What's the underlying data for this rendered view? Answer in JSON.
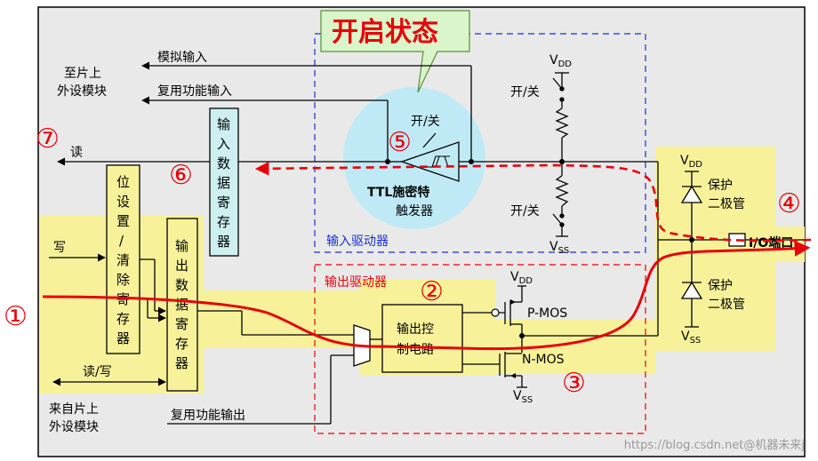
{
  "callout": {
    "text": "开启状态"
  },
  "labels": {
    "to_peripheral": [
      "至片上",
      "外设模块"
    ],
    "analog_input": "模拟输入",
    "alt_func_input": "复用功能输入",
    "read": "读",
    "write": "写",
    "read_write": "读/写",
    "from_peripheral": [
      "来自片上",
      "外设模块"
    ],
    "alt_func_output": "复用功能输出",
    "on_off_top": "开/关",
    "on_off_mid": "开/关",
    "on_off_bottom": "开/关",
    "ttl_schmitt": [
      "TTL施密特",
      "触发器"
    ],
    "input_driver": "输入驱动器",
    "output_driver": "输出驱动器",
    "output_ctrl": [
      "输出控",
      "制电路"
    ],
    "pmos": "P-MOS",
    "nmos": "N-MOS",
    "protect_diode_top": [
      "保护",
      "二极管"
    ],
    "protect_diode_bottom": [
      "保护",
      "二极管"
    ],
    "io_port": "I/O端口",
    "vdd": "V",
    "vdd_sub": "DD",
    "vss": "V",
    "vss_sub": "SS",
    "input_data_reg": [
      "输",
      "入",
      "数",
      "据",
      "寄",
      "存",
      "器"
    ],
    "bit_set_clear_reg": [
      "位",
      "设",
      "置",
      "/",
      "清",
      "除",
      "寄",
      "存",
      "器"
    ],
    "output_data_reg": [
      "输",
      "出",
      "数",
      "据",
      "寄",
      "存",
      "器"
    ]
  },
  "markers": [
    "①",
    "②",
    "③",
    "④",
    "⑤",
    "⑥",
    "⑦"
  ],
  "watermark": "https://blog.csdn.net@机器未来j",
  "colors": {
    "frame_bg": "#e9e9e9",
    "highlight": "#f7f29a",
    "cyan_circle": "#bfeaf5",
    "callout_fill": "#d9f5c9",
    "reg_fill": "#cdeff0",
    "red": "#e8000b",
    "blue": "#1a2fd6"
  }
}
